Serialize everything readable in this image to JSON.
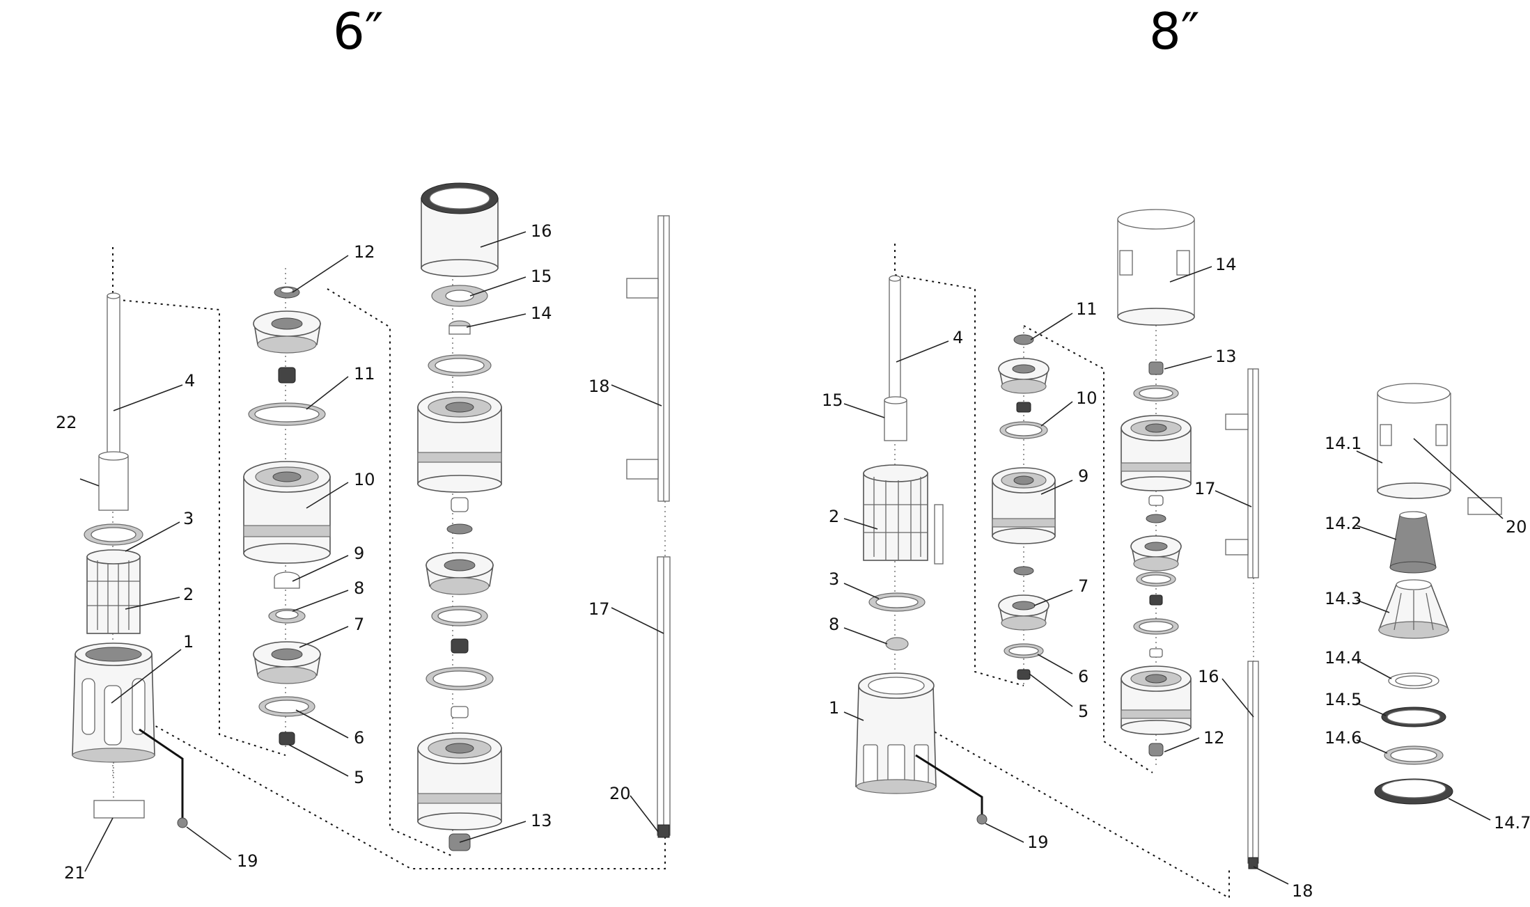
{
  "titles": {
    "left": "6″",
    "right": "8″"
  },
  "left_labels": {
    "n1": "1",
    "n2": "2",
    "n3": "3",
    "n4": "4",
    "n5": "5",
    "n6": "6",
    "n7": "7",
    "n8": "8",
    "n9": "9",
    "n10": "10",
    "n11": "11",
    "n12": "12",
    "n13": "13",
    "n14": "14",
    "n15": "15",
    "n16": "16",
    "n17": "17",
    "n18": "18",
    "n19": "19",
    "n20": "20",
    "n21": "21",
    "n22": "22"
  },
  "right_labels": {
    "n1": "1",
    "n2": "2",
    "n3": "3",
    "n4": "4",
    "n5": "5",
    "n6": "6",
    "n7": "7",
    "n8": "8",
    "n9": "9",
    "n10": "10",
    "n11": "11",
    "n12": "12",
    "n13": "13",
    "n14": "14",
    "n14_1": "14.1",
    "n14_2": "14.2",
    "n14_3": "14.3",
    "n14_4": "14.4",
    "n14_5": "14.5",
    "n14_6": "14.6",
    "n14_7": "14.7",
    "n15": "15",
    "n16": "16",
    "n17": "17",
    "n18": "18",
    "n19": "19",
    "n20": "20"
  }
}
